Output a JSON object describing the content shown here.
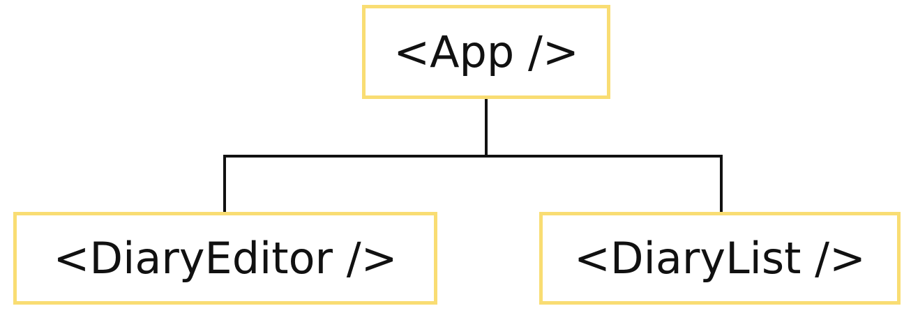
{
  "diagram": {
    "root": {
      "label": "<App />"
    },
    "children": [
      {
        "label": "<DiaryEditor />"
      },
      {
        "label": "<DiaryList />"
      }
    ],
    "colors": {
      "node_border": "#f9dd73",
      "node_text": "#111111",
      "connector": "#111111",
      "background": "#ffffff"
    }
  }
}
